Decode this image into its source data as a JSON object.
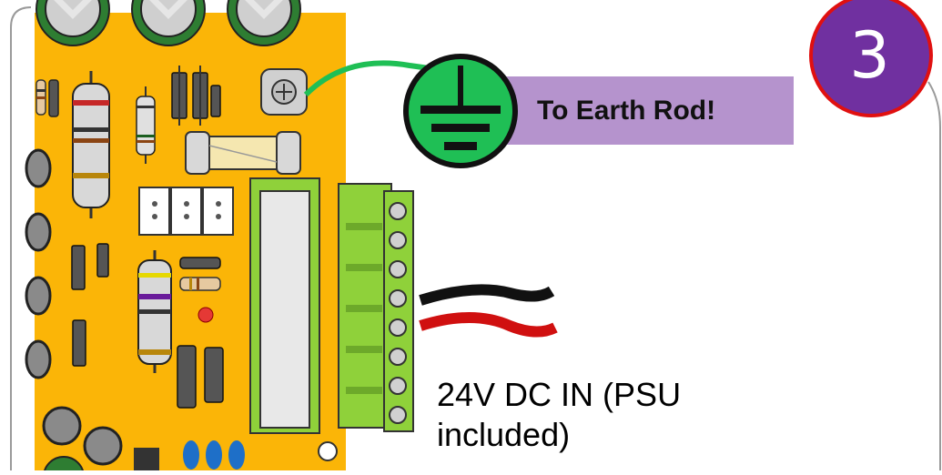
{
  "step": {
    "number": "3"
  },
  "earth": {
    "label": "To Earth Rod!"
  },
  "power": {
    "label_line1": "24V DC IN (PSU",
    "label_line2": "included)"
  },
  "colors": {
    "board": "#fbb507",
    "step_badge_fill": "#7030a0",
    "step_badge_ring": "#e01010",
    "earth_symbol_fill": "#1fbf55",
    "earth_label_band": "#b593cd",
    "earth_wire": "#1fbf55",
    "terminal_green": "#8fd13a",
    "wire_positive": "#d01010",
    "wire_negative": "#111111"
  }
}
